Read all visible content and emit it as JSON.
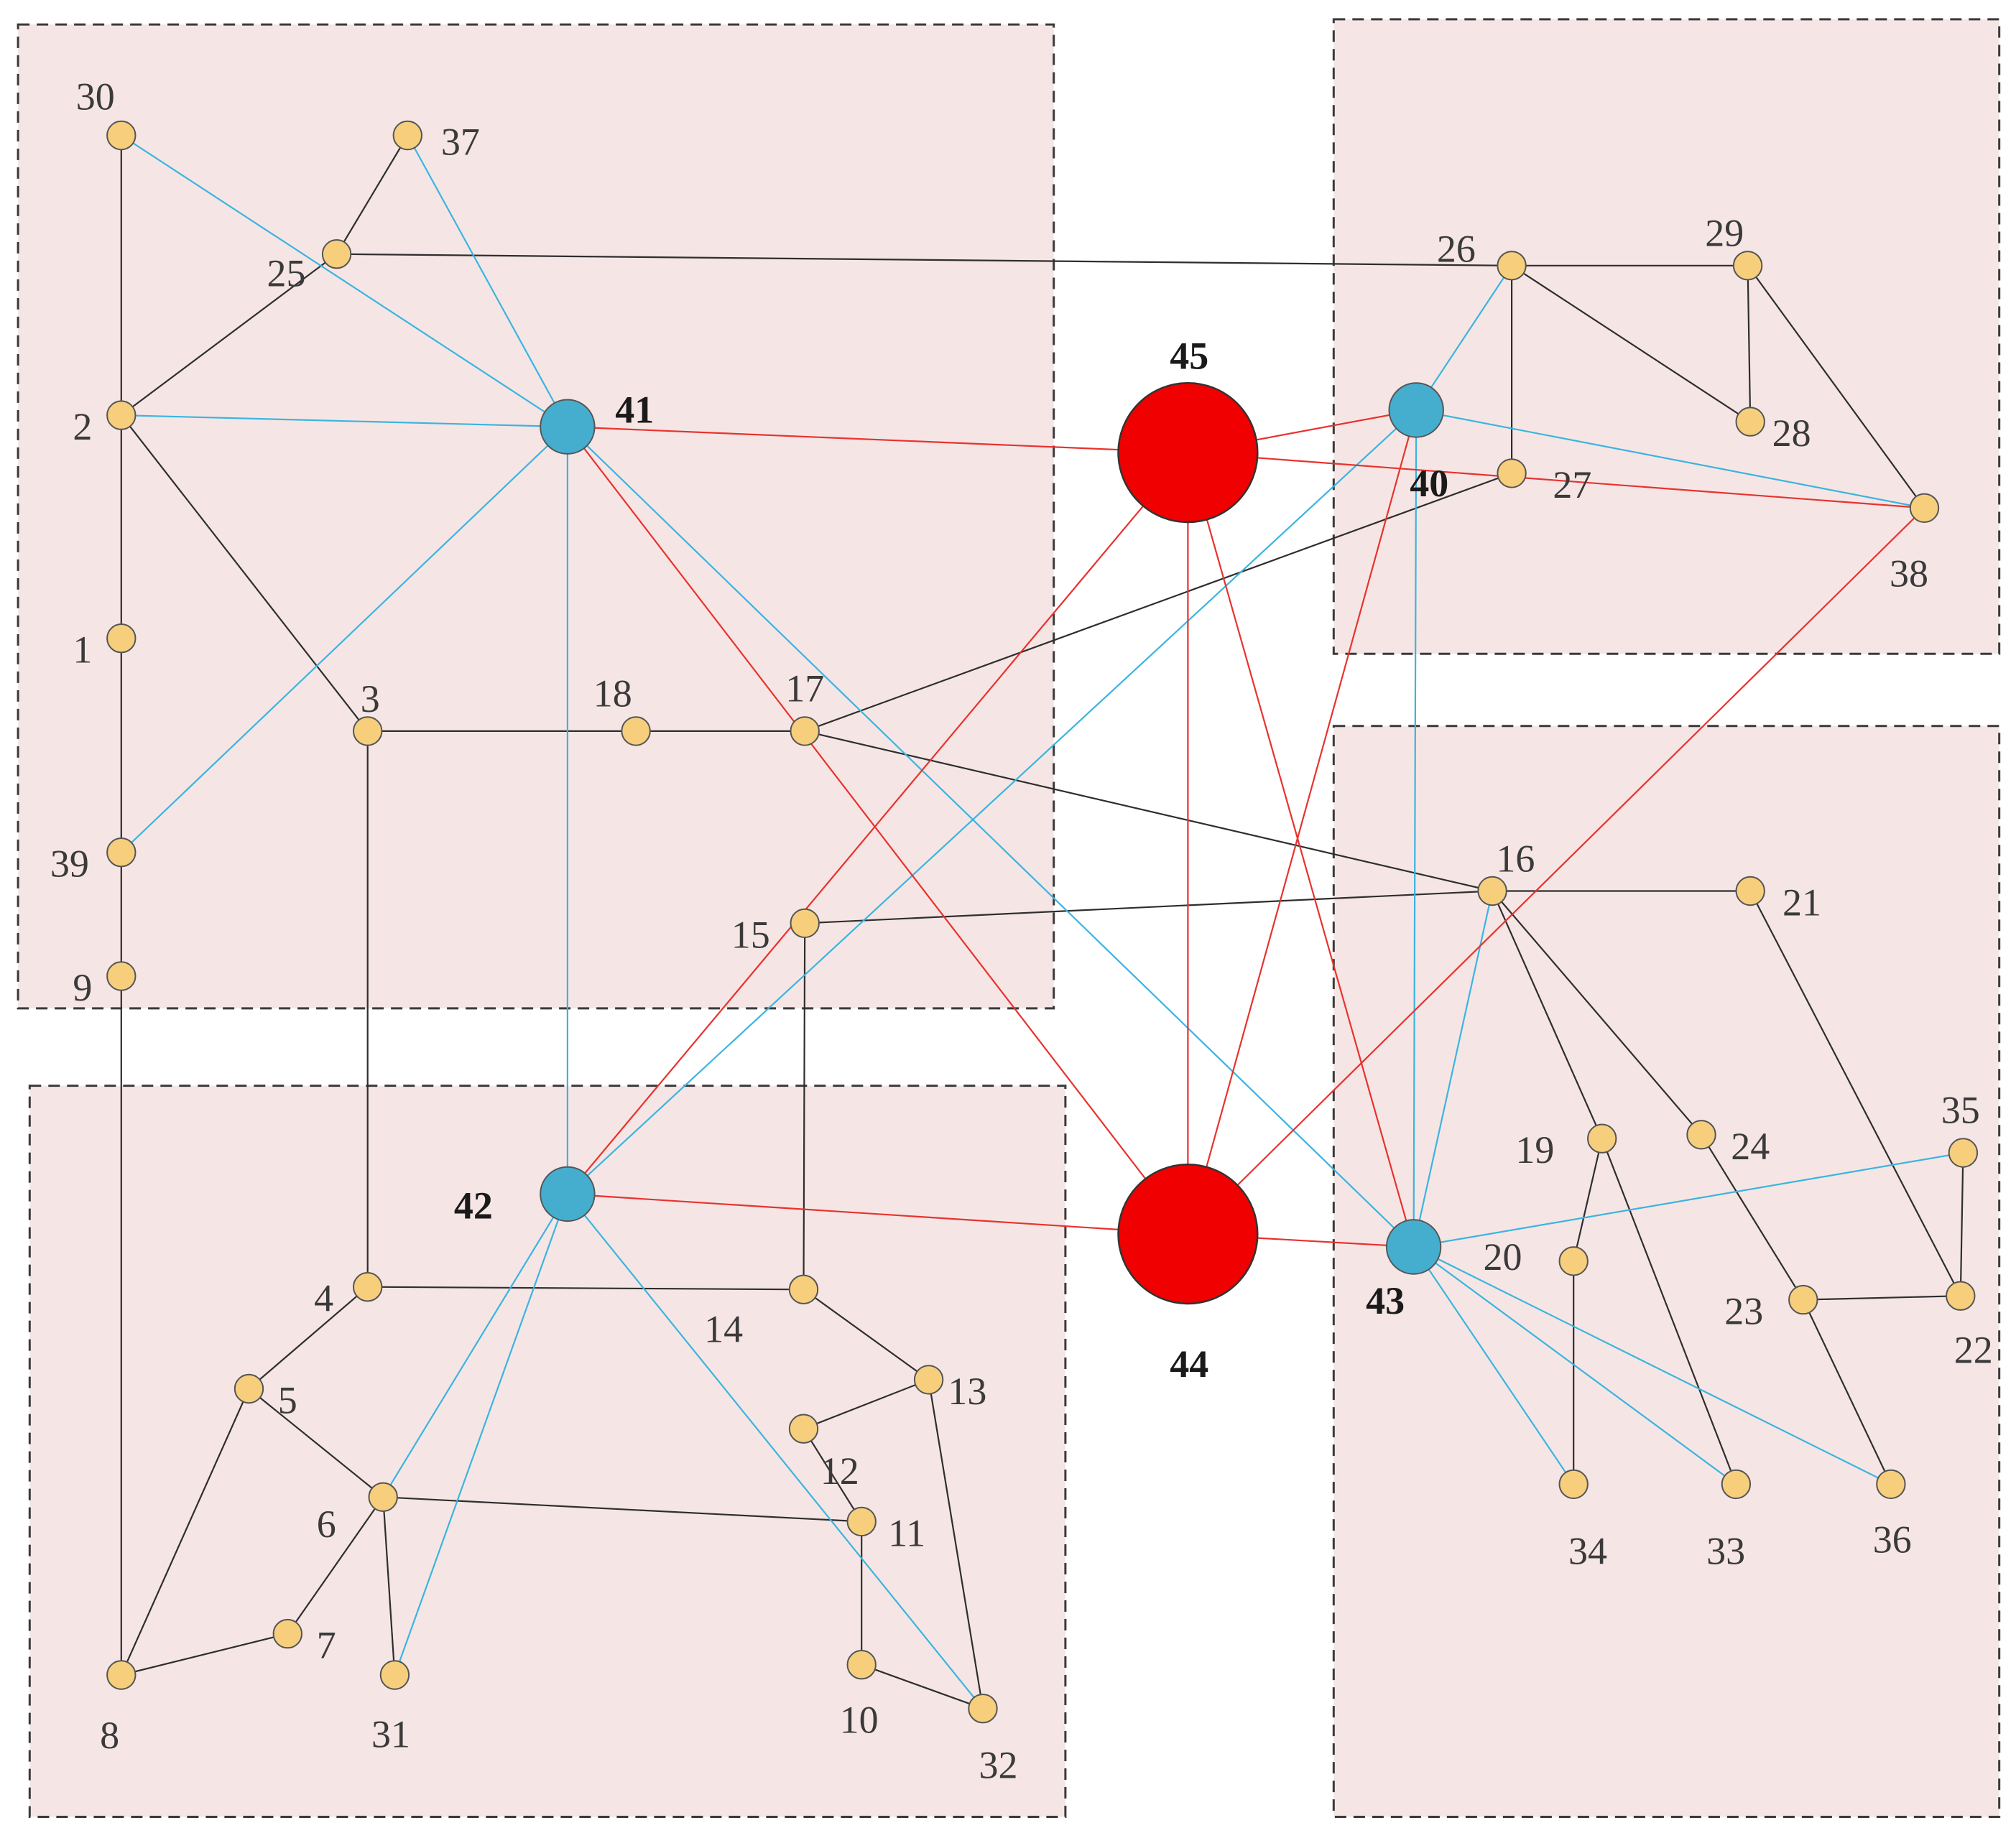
{
  "colors": {
    "region_fill": "#f5e6e5",
    "bus_node": "#f7cf7c",
    "station_node": "#45aecf",
    "hub_node": "#f00000",
    "black_edge": "#2e2e2e",
    "blue_edge": "#3bb4e0",
    "red_edge": "#e8322e"
  },
  "regions": [
    {
      "id": "region-top-left"
    },
    {
      "id": "region-bottom-left"
    },
    {
      "id": "region-top-right"
    },
    {
      "id": "region-bottom-right"
    }
  ],
  "nodes": [
    {
      "id": "1",
      "label": "1",
      "kind": "bus"
    },
    {
      "id": "2",
      "label": "2",
      "kind": "bus"
    },
    {
      "id": "3",
      "label": "3",
      "kind": "bus"
    },
    {
      "id": "4",
      "label": "4",
      "kind": "bus"
    },
    {
      "id": "5",
      "label": "5",
      "kind": "bus"
    },
    {
      "id": "6",
      "label": "6",
      "kind": "bus"
    },
    {
      "id": "7",
      "label": "7",
      "kind": "bus"
    },
    {
      "id": "8",
      "label": "8",
      "kind": "bus"
    },
    {
      "id": "9",
      "label": "9",
      "kind": "bus"
    },
    {
      "id": "10",
      "label": "10",
      "kind": "bus"
    },
    {
      "id": "11",
      "label": "11",
      "kind": "bus"
    },
    {
      "id": "12",
      "label": "12",
      "kind": "bus"
    },
    {
      "id": "13",
      "label": "13",
      "kind": "bus"
    },
    {
      "id": "14",
      "label": "14",
      "kind": "bus"
    },
    {
      "id": "15",
      "label": "15",
      "kind": "bus"
    },
    {
      "id": "16",
      "label": "16",
      "kind": "bus"
    },
    {
      "id": "17",
      "label": "17",
      "kind": "bus"
    },
    {
      "id": "18",
      "label": "18",
      "kind": "bus"
    },
    {
      "id": "19",
      "label": "19",
      "kind": "bus"
    },
    {
      "id": "20",
      "label": "20",
      "kind": "bus"
    },
    {
      "id": "21",
      "label": "21",
      "kind": "bus"
    },
    {
      "id": "22",
      "label": "22",
      "kind": "bus"
    },
    {
      "id": "23",
      "label": "23",
      "kind": "bus"
    },
    {
      "id": "24",
      "label": "24",
      "kind": "bus"
    },
    {
      "id": "25",
      "label": "25",
      "kind": "bus"
    },
    {
      "id": "26",
      "label": "26",
      "kind": "bus"
    },
    {
      "id": "27",
      "label": "27",
      "kind": "bus"
    },
    {
      "id": "28",
      "label": "28",
      "kind": "bus"
    },
    {
      "id": "29",
      "label": "29",
      "kind": "bus"
    },
    {
      "id": "30",
      "label": "30",
      "kind": "bus"
    },
    {
      "id": "31",
      "label": "31",
      "kind": "bus"
    },
    {
      "id": "32",
      "label": "32",
      "kind": "bus"
    },
    {
      "id": "33",
      "label": "33",
      "kind": "bus"
    },
    {
      "id": "34",
      "label": "34",
      "kind": "bus"
    },
    {
      "id": "35",
      "label": "35",
      "kind": "bus"
    },
    {
      "id": "36",
      "label": "36",
      "kind": "bus"
    },
    {
      "id": "37",
      "label": "37",
      "kind": "bus"
    },
    {
      "id": "38",
      "label": "38",
      "kind": "bus"
    },
    {
      "id": "39",
      "label": "39",
      "kind": "bus"
    },
    {
      "id": "40",
      "label": "40",
      "kind": "station"
    },
    {
      "id": "41",
      "label": "41",
      "kind": "station"
    },
    {
      "id": "42",
      "label": "42",
      "kind": "station"
    },
    {
      "id": "43",
      "label": "43",
      "kind": "station"
    },
    {
      "id": "44",
      "label": "44",
      "kind": "hub"
    },
    {
      "id": "45",
      "label": "45",
      "kind": "hub"
    }
  ],
  "edges": [
    {
      "from": "30",
      "to": "2",
      "color": "black"
    },
    {
      "from": "2",
      "to": "1",
      "color": "black"
    },
    {
      "from": "1",
      "to": "39",
      "color": "black"
    },
    {
      "from": "39",
      "to": "9",
      "color": "black"
    },
    {
      "from": "9",
      "to": "8",
      "color": "black"
    },
    {
      "from": "2",
      "to": "25",
      "color": "black"
    },
    {
      "from": "2",
      "to": "3",
      "color": "black"
    },
    {
      "from": "25",
      "to": "37",
      "color": "black"
    },
    {
      "from": "25",
      "to": "26",
      "color": "black"
    },
    {
      "from": "3",
      "to": "18",
      "color": "black"
    },
    {
      "from": "18",
      "to": "17",
      "color": "black"
    },
    {
      "from": "3",
      "to": "4",
      "color": "black"
    },
    {
      "from": "17",
      "to": "27",
      "color": "black"
    },
    {
      "from": "17",
      "to": "16",
      "color": "black"
    },
    {
      "from": "15",
      "to": "16",
      "color": "black"
    },
    {
      "from": "15",
      "to": "14",
      "color": "black"
    },
    {
      "from": "4",
      "to": "14",
      "color": "black"
    },
    {
      "from": "4",
      "to": "5",
      "color": "black"
    },
    {
      "from": "5",
      "to": "6",
      "color": "black"
    },
    {
      "from": "5",
      "to": "8",
      "color": "black"
    },
    {
      "from": "8",
      "to": "7",
      "color": "black"
    },
    {
      "from": "7",
      "to": "6",
      "color": "black"
    },
    {
      "from": "6",
      "to": "11",
      "color": "black"
    },
    {
      "from": "6",
      "to": "31",
      "color": "black"
    },
    {
      "from": "14",
      "to": "13",
      "color": "black"
    },
    {
      "from": "13",
      "to": "12",
      "color": "black"
    },
    {
      "from": "12",
      "to": "11",
      "color": "black"
    },
    {
      "from": "11",
      "to": "10",
      "color": "black"
    },
    {
      "from": "10",
      "to": "32",
      "color": "black"
    },
    {
      "from": "13",
      "to": "32",
      "color": "black"
    },
    {
      "from": "26",
      "to": "29",
      "color": "black"
    },
    {
      "from": "26",
      "to": "27",
      "color": "black"
    },
    {
      "from": "26",
      "to": "28",
      "color": "black"
    },
    {
      "from": "29",
      "to": "28",
      "color": "black"
    },
    {
      "from": "29",
      "to": "38",
      "color": "black"
    },
    {
      "from": "16",
      "to": "21",
      "color": "black"
    },
    {
      "from": "16",
      "to": "19",
      "color": "black"
    },
    {
      "from": "16",
      "to": "24",
      "color": "black"
    },
    {
      "from": "21",
      "to": "22",
      "color": "black"
    },
    {
      "from": "24",
      "to": "23",
      "color": "black"
    },
    {
      "from": "23",
      "to": "22",
      "color": "black"
    },
    {
      "from": "22",
      "to": "35",
      "color": "black"
    },
    {
      "from": "23",
      "to": "36",
      "color": "black"
    },
    {
      "from": "19",
      "to": "20",
      "color": "black"
    },
    {
      "from": "20",
      "to": "34",
      "color": "black"
    },
    {
      "from": "19",
      "to": "33",
      "color": "black"
    },
    {
      "from": "41",
      "to": "30",
      "color": "blue"
    },
    {
      "from": "41",
      "to": "37",
      "color": "blue"
    },
    {
      "from": "41",
      "to": "2",
      "color": "blue"
    },
    {
      "from": "41",
      "to": "39",
      "color": "blue"
    },
    {
      "from": "41",
      "to": "42",
      "color": "blue"
    },
    {
      "from": "41",
      "to": "43",
      "color": "blue"
    },
    {
      "from": "42",
      "to": "6",
      "color": "blue"
    },
    {
      "from": "42",
      "to": "31",
      "color": "blue"
    },
    {
      "from": "42",
      "to": "32",
      "color": "blue"
    },
    {
      "from": "42",
      "to": "40",
      "color": "blue"
    },
    {
      "from": "40",
      "to": "26",
      "color": "blue"
    },
    {
      "from": "40",
      "to": "38",
      "color": "blue"
    },
    {
      "from": "40",
      "to": "43",
      "color": "blue"
    },
    {
      "from": "43",
      "to": "16",
      "color": "blue"
    },
    {
      "from": "43",
      "to": "35",
      "color": "blue"
    },
    {
      "from": "43",
      "to": "34",
      "color": "blue"
    },
    {
      "from": "43",
      "to": "33",
      "color": "blue"
    },
    {
      "from": "43",
      "to": "36",
      "color": "blue"
    },
    {
      "from": "41",
      "to": "45",
      "color": "red"
    },
    {
      "from": "41",
      "to": "44",
      "color": "red"
    },
    {
      "from": "42",
      "to": "45",
      "color": "red"
    },
    {
      "from": "42",
      "to": "44",
      "color": "red"
    },
    {
      "from": "45",
      "to": "40",
      "color": "red"
    },
    {
      "from": "45",
      "to": "38",
      "color": "red"
    },
    {
      "from": "45",
      "to": "44",
      "color": "red"
    },
    {
      "from": "45",
      "to": "43",
      "color": "red"
    },
    {
      "from": "44",
      "to": "40",
      "color": "red"
    },
    {
      "from": "44",
      "to": "38",
      "color": "red"
    },
    {
      "from": "44",
      "to": "43",
      "color": "red"
    }
  ]
}
